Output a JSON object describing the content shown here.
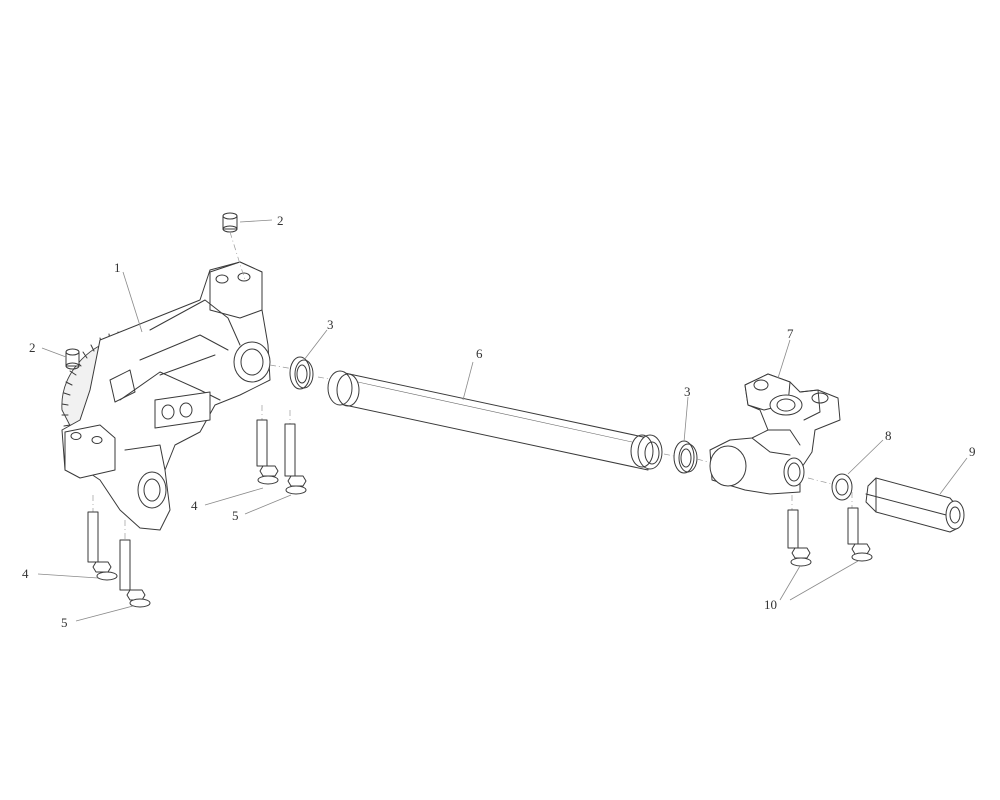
{
  "callouts": {
    "c1": "1",
    "c2a": "2",
    "c2b": "2",
    "c3a": "3",
    "c3b": "3",
    "c4a": "4",
    "c4b": "4",
    "c5a": "5",
    "c5b": "5",
    "c6": "6",
    "c7": "7",
    "c8": "8",
    "c9": "9",
    "c10": "10"
  }
}
